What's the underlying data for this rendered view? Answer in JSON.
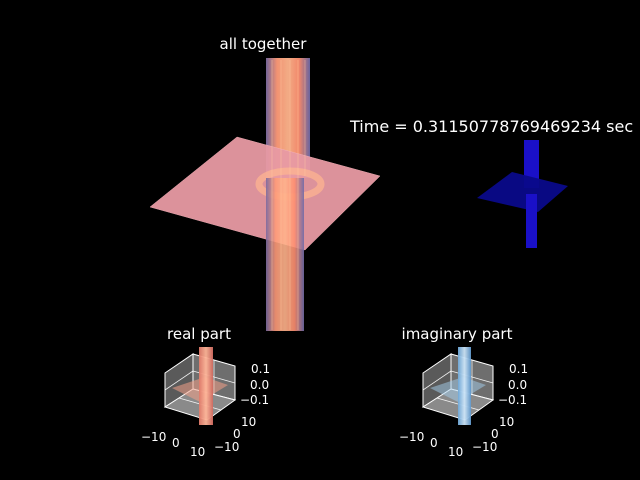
{
  "figure": {
    "background": "#000000",
    "time_label": "Time = 0.31150778769469234 sec"
  },
  "chart_data": [
    {
      "type": "surface3d",
      "title": "all together",
      "description_colors": {
        "surface": "#f4a6a6",
        "spike": "#ff9a70"
      },
      "grid": false,
      "axes_visible": false
    },
    {
      "type": "surface3d",
      "title": "",
      "description_colors": {
        "surface": "#0a0a8a",
        "spike": "#1a10c8"
      },
      "grid": false,
      "axes_visible": false
    },
    {
      "type": "surface3d",
      "title": "real part",
      "colors": {
        "pane": "#8a8a8a",
        "surface": "#f2a088"
      },
      "x_ticks": [
        "−10",
        "0",
        "10"
      ],
      "y_ticks": [
        "−10",
        "0",
        "10"
      ],
      "z_ticks": [
        "0.1",
        "0.0",
        "−0.1"
      ],
      "xlim": [
        -10,
        10
      ],
      "ylim": [
        -10,
        10
      ],
      "zlim": [
        -0.1,
        0.1
      ]
    },
    {
      "type": "surface3d",
      "title": "imaginary part",
      "colors": {
        "pane": "#8a8a8a",
        "surface": "#a6cfee"
      },
      "x_ticks": [
        "−10",
        "0",
        "10"
      ],
      "y_ticks": [
        "−10",
        "0",
        "10"
      ],
      "z_ticks": [
        "0.1",
        "0.0",
        "−0.1"
      ],
      "xlim": [
        -10,
        10
      ],
      "ylim": [
        -10,
        10
      ],
      "zlim": [
        -0.1,
        0.1
      ]
    }
  ]
}
